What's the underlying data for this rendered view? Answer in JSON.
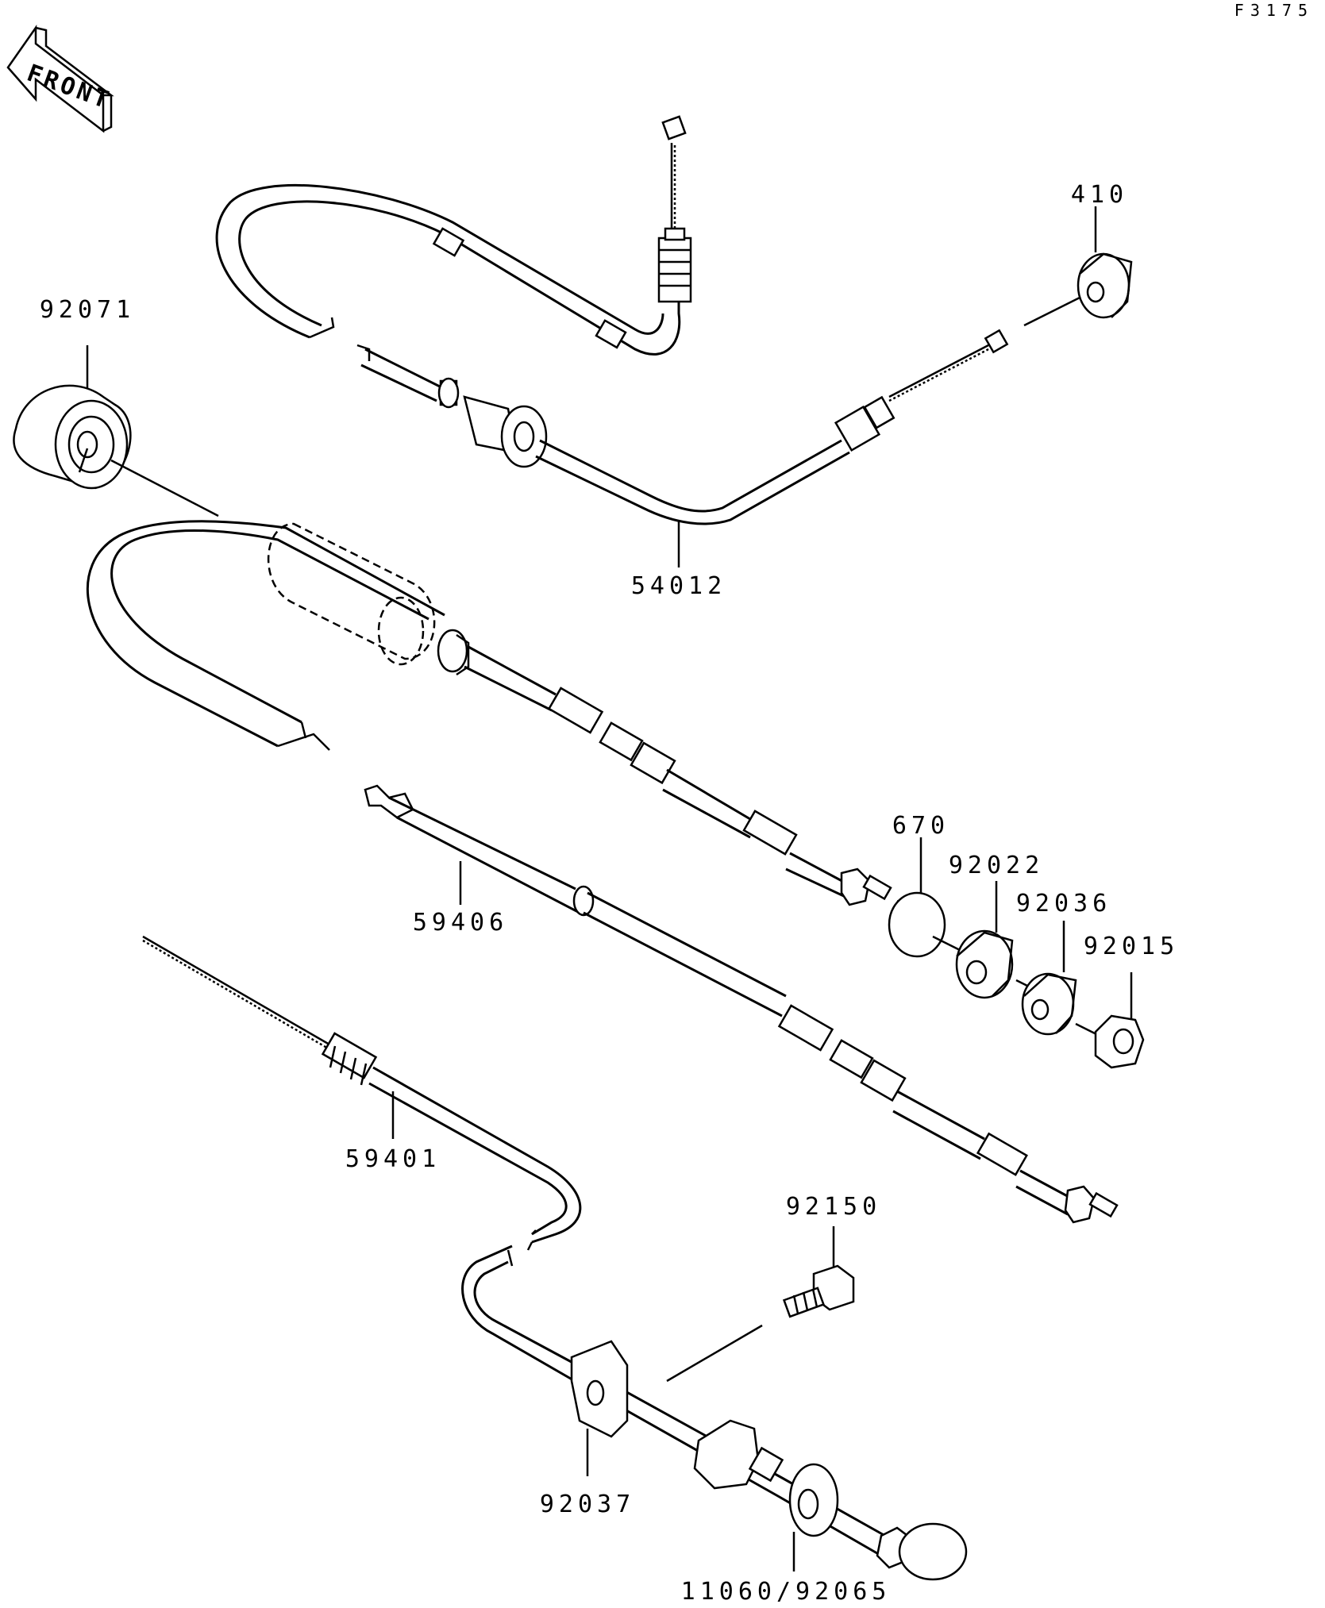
{
  "figure_code": "F3175",
  "front_arrow": {
    "text": "FRONT"
  },
  "parts": [
    {
      "id": "p410",
      "label": "410"
    },
    {
      "id": "p92071",
      "label": "92071"
    },
    {
      "id": "p54012",
      "label": "54012"
    },
    {
      "id": "p670",
      "label": "670"
    },
    {
      "id": "p92022",
      "label": "92022"
    },
    {
      "id": "p92036",
      "label": "92036"
    },
    {
      "id": "p92015",
      "label": "92015"
    },
    {
      "id": "p59406",
      "label": "59406"
    },
    {
      "id": "p59401",
      "label": "59401"
    },
    {
      "id": "p92150",
      "label": "92150"
    },
    {
      "id": "p92037",
      "label": "92037"
    },
    {
      "id": "p11060",
      "label": "11060/92065"
    }
  ]
}
